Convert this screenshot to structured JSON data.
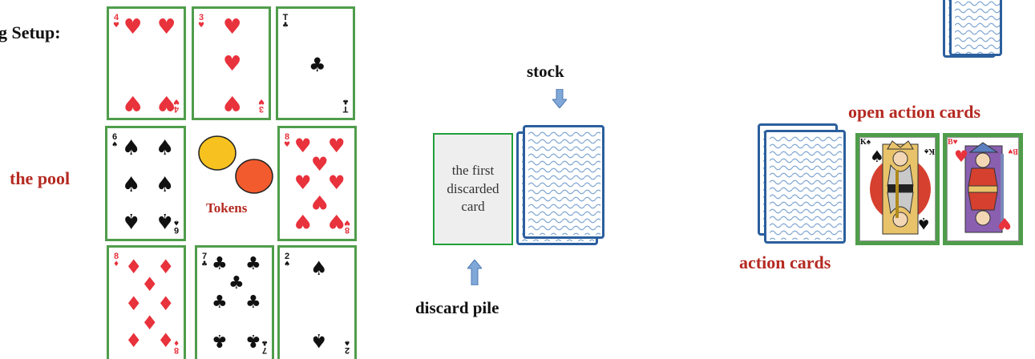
{
  "labels": {
    "setup": "g Setup:",
    "pool": "the pool",
    "tokens": "Tokens",
    "stock": "stock",
    "discard_pile": "discard pile",
    "discard_card_text": "the first discarded card",
    "open_action_cards": "open action cards",
    "action_cards": "action cards"
  },
  "pool_cards": [
    {
      "rank": "4",
      "suit": "♥",
      "color": "red"
    },
    {
      "rank": "3",
      "suit": "♥",
      "color": "red"
    },
    {
      "rank": "T",
      "suit": "♣",
      "color": "black"
    },
    {
      "rank": "6",
      "suit": "♠",
      "color": "black"
    },
    {
      "rank": "8",
      "suit": "♥",
      "color": "red"
    },
    {
      "rank": "8",
      "suit": "♦",
      "color": "red"
    },
    {
      "rank": "7",
      "suit": "♣",
      "color": "black"
    },
    {
      "rank": "2",
      "suit": "♠",
      "color": "black"
    }
  ],
  "open_action_cards": [
    {
      "rank": "K",
      "suit": "♠",
      "color": "black"
    },
    {
      "rank": "B",
      "suit": "♥",
      "color": "red"
    }
  ],
  "colors": {
    "card_border": "#4f9d4b",
    "back_blue": "#2b5f9e",
    "label_red": "#b52a22",
    "token_yellow": "#f7c21f",
    "token_orange": "#f25b2e",
    "arrow_blue": "#7fa8d8"
  }
}
